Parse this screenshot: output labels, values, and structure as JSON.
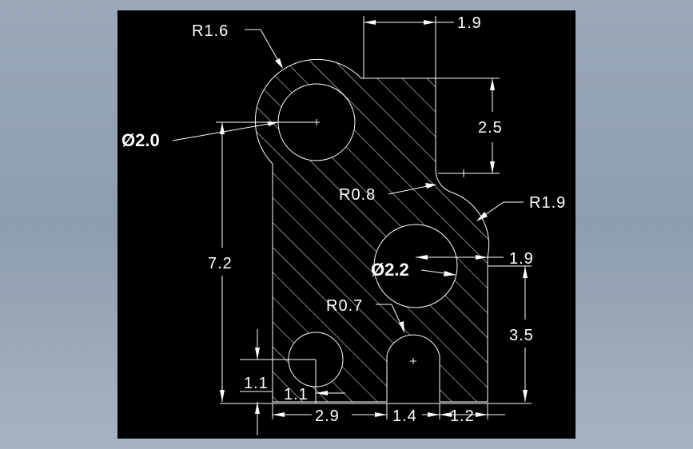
{
  "drawing": {
    "background": "#000000",
    "line_color": "#ffffff",
    "labels": {
      "r_top_left": "R1.6",
      "dia_top_left": "Ø2.0",
      "dim_top_width": "1.9",
      "dim_top_height": "2.5",
      "r_inner_corner": "R0.8",
      "r_right_arc": "R1.9",
      "dia_middle": "Ø2.2",
      "dim_right_offset": "1.9",
      "r_slot": "R0.7",
      "dim_left_height": "7.2",
      "dim_right_height": "3.5",
      "dim_small_v": "1.1",
      "dim_small_h": "1.1",
      "dim_bottom_1": "2.9",
      "dim_bottom_2": "1.4",
      "dim_bottom_3": "1.2"
    }
  }
}
